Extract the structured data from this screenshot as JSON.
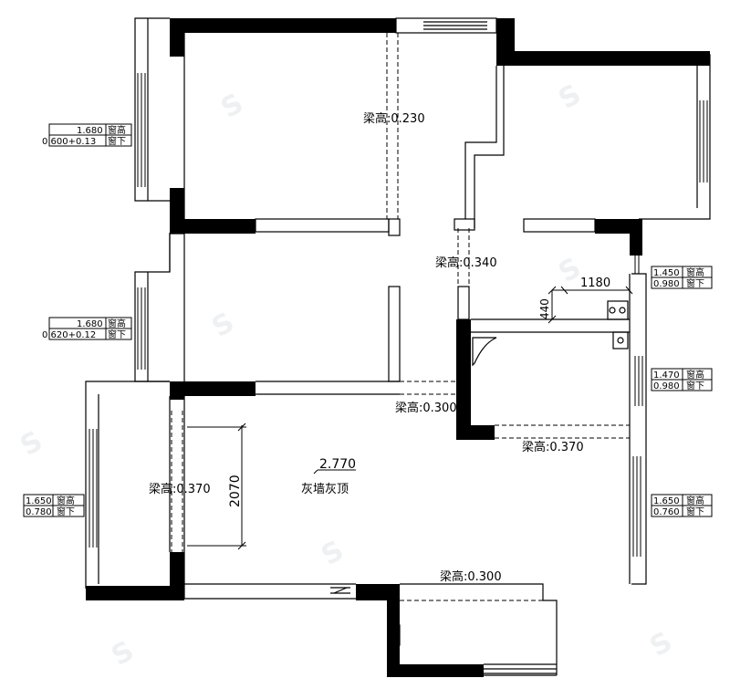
{
  "beams": {
    "top_room": "梁高:0.230",
    "hall": "梁高:0.340",
    "living": "梁高:0.300",
    "kitchen": "梁高:0.370",
    "west": "梁高:0.370",
    "south": "梁高:0.300"
  },
  "dimensions": {
    "d1180": "1180",
    "d440": "440",
    "d2070": "2070"
  },
  "ceiling": {
    "level": "2.770",
    "material": "灰墙灰顶"
  },
  "windows": {
    "w1": {
      "row1_value": "1.680",
      "row1_label": "窗高",
      "row2_value": "0.600+0.13",
      "row2_label": "窗下"
    },
    "w2": {
      "row1_value": "1.680",
      "row1_label": "窗高",
      "row2_value": "0.620+0.12",
      "row2_label": "窗下"
    },
    "w3": {
      "row1_value": "1.650",
      "row1_label": "窗高",
      "row2_value": "0.780",
      "row2_label": "窗下"
    },
    "w4": {
      "row1_value": "1.450",
      "row1_label": "窗高",
      "row2_value": "0.980",
      "row2_label": "窗下"
    },
    "w5": {
      "row1_value": "1.470",
      "row1_label": "窗高",
      "row2_value": "0.980",
      "row2_label": "窗下"
    },
    "w6": {
      "row1_value": "1.650",
      "row1_label": "窗高",
      "row2_value": "0.760",
      "row2_label": "窗下"
    }
  }
}
